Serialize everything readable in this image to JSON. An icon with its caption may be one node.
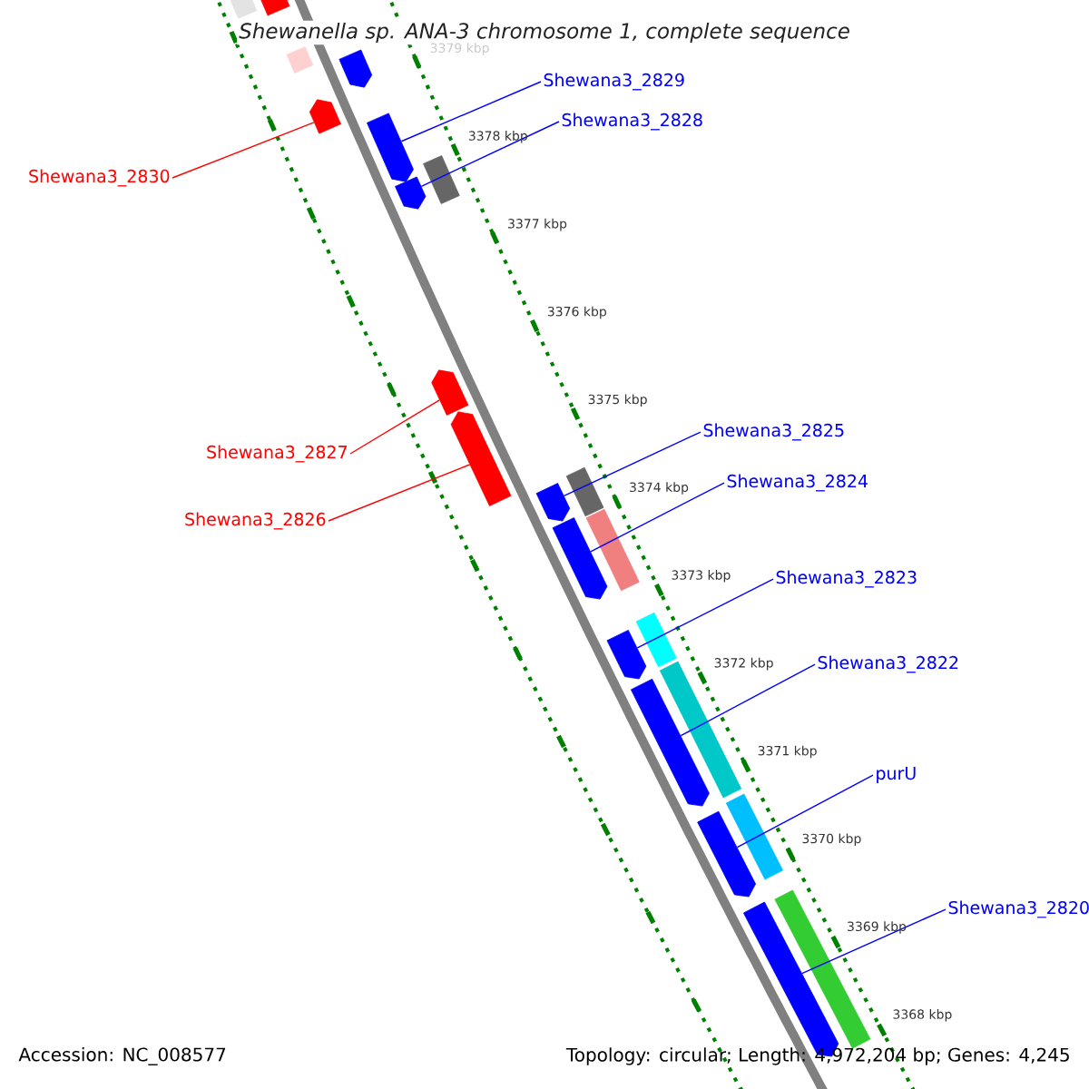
{
  "diagram": {
    "title": "Shewanella sp. ANA-3 chromosome 1, complete sequence",
    "nodes": [
      {
        "text": [],
        "shape": "box"
      },
      {
        "text": [],
        "shape": "arrow"
      },
      {
        "text": [],
        "shape": "box"
      },
      {
        "text": [],
        "shape": "arrow"
      },
      {
        "text": [
          "Shewana3_2829"
        ]
      },
      {
        "text": [],
        "shape": "arrow"
      },
      {
        "text": [
          "Shewana3_2828"
        ]
      },
      {
        "text": [],
        "shape": "arrow"
      },
      {
        "text": [],
        "shape": "box"
      },
      {
        "text": [
          "Shewana3_2830"
        ]
      },
      {
        "text": [],
        "shape": "arrow"
      },
      {
        "text": [],
        "shape": "arrow"
      },
      {
        "text": [],
        "shape": "arrow"
      },
      {
        "text": [
          "Shewana3_2825"
        ]
      },
      {
        "text": [
          "Shewana3_2827"
        ]
      },
      {
        "text": [],
        "shape": "box"
      },
      {
        "text": [],
        "shape": "arrow"
      },
      {
        "text": [
          "Shewana3_2824"
        ]
      },
      {
        "text": [],
        "shape": "box"
      },
      {
        "text": [],
        "shape": "arrow"
      },
      {
        "text": [
          "Shewana3_2826"
        ]
      },
      {
        "text": [
          "Shewana3_2823"
        ]
      },
      {
        "text": [],
        "shape": "box"
      },
      {
        "text": [],
        "shape": "arrow"
      },
      {
        "text": [
          "Shewana3_2822"
        ]
      },
      {
        "text": [],
        "shape": "box"
      },
      {
        "text": [],
        "shape": "arrow"
      },
      {
        "text": [
          "purU"
        ]
      },
      {
        "text": [],
        "shape": "box"
      },
      {
        "text": [],
        "shape": "arrow"
      },
      {
        "text": [
          "Shewana3_2820"
        ]
      },
      {
        "text": [],
        "shape": "box"
      },
      {
        "text": [],
        "shape": "arrow"
      }
    ],
    "edges": [
      {
        "from": 4,
        "to": 7,
        "arrow": "none"
      },
      {
        "from": 6,
        "to": 10,
        "arrow": "none"
      },
      {
        "from": 9,
        "to": 5,
        "arrow": "none",
        "color": "#ff0000"
      },
      {
        "from": 13,
        "to": 16,
        "arrow": "none"
      },
      {
        "from": 14,
        "to": 11,
        "arrow": "none",
        "color": "#ff0000"
      },
      {
        "from": 17,
        "to": 19,
        "arrow": "none"
      },
      {
        "from": 20,
        "to": 12,
        "arrow": "none",
        "color": "#ff0000"
      },
      {
        "from": 21,
        "to": 23,
        "arrow": "none"
      },
      {
        "from": 24,
        "to": 26,
        "arrow": "none"
      },
      {
        "from": 27,
        "to": 29,
        "arrow": "none"
      },
      {
        "from": 30,
        "to": 32,
        "arrow": "none"
      }
    ],
    "labels": [
      "3379 kbp",
      "3378 kbp",
      "3377 kbp",
      "3376 kbp",
      "3375 kbp",
      "3374 kbp",
      "3373 kbp",
      "3372 kbp",
      "3371 kbp",
      "3370 kbp",
      "3369 kbp",
      "3368 kbp",
      "Accession: NC_008577",
      "Topology: circular; Length: 4,972,204 bp; Genes: 4,245"
    ]
  }
}
